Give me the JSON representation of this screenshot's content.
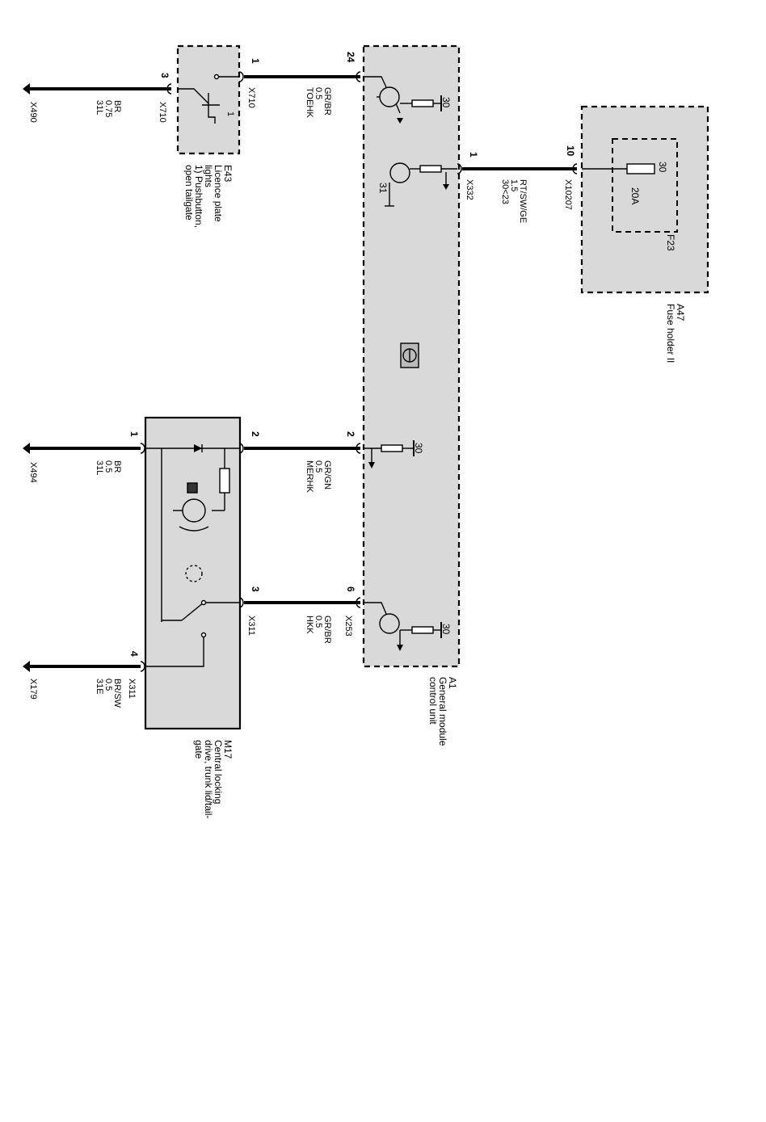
{
  "components": {
    "e43": {
      "id": "E43",
      "name_lines": [
        "Licence plate",
        "lights",
        "1) Pushbutton,",
        "open tailgate"
      ],
      "pins": {
        "left": "3",
        "right": "1",
        "contact": "1"
      },
      "connector_left": "X710",
      "connector_right": "X710"
    },
    "a1": {
      "id": "A1",
      "name_lines": [
        "General module",
        "control unit"
      ],
      "pins": {
        "p24": "24",
        "p1": "1",
        "p2": "2",
        "p6": "6"
      },
      "connector_p1": "X332",
      "connector_p6": "X253",
      "terminal_30": "30",
      "terminal_31": "31"
    },
    "a47": {
      "id": "A47",
      "name_lines": [
        "Fuse holder II"
      ],
      "pin": "10",
      "connector": "X10207",
      "fuse_id": "F23",
      "fuse_rating": "20A",
      "terminal": "30"
    },
    "m17": {
      "id": "M17",
      "name_lines": [
        "Central locking",
        "drive, trunk lid/tail-",
        "gate"
      ],
      "pins": {
        "p1": "1",
        "p2": "2",
        "p3": "3",
        "p4": "4"
      },
      "connector_p3": "X311",
      "connector_p4": "X311"
    }
  },
  "grounds": {
    "g1": "X490",
    "g2": "X494",
    "g3": "X179"
  },
  "wires": {
    "w_e43_ground": [
      "31L",
      "0.75",
      "BR"
    ],
    "w_toehk": [
      "TOEHK",
      "0.5",
      "GR/BR"
    ],
    "w_fuse": [
      "30<23",
      "1.5",
      "RT/SW/GE"
    ],
    "w_m17_ground": [
      "31L",
      "0.5",
      "BR"
    ],
    "w_merhk": [
      "MERHK",
      "0.5",
      "GR/GN"
    ],
    "w_hkk": [
      "HKK",
      "0.5",
      "GR/BR"
    ],
    "w_m17_31e": [
      "31E",
      "0.5",
      "BR/SW"
    ]
  },
  "colors": {
    "component_fill": "#d9d9d9",
    "line": "#000000",
    "background": "#ffffff"
  }
}
